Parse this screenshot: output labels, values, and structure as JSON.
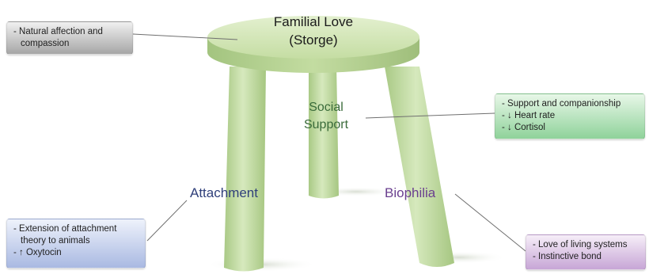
{
  "stool": {
    "seat_title": [
      "Familial Love",
      "(Storge)"
    ],
    "middle_leg_title": [
      "Social",
      "Support"
    ],
    "left_leg_title": "Attachment",
    "right_leg_title": "Biophilia"
  },
  "boxes": {
    "affection": {
      "items": [
        "- Natural affection and",
        "compassion"
      ],
      "color": "#a6a6a6"
    },
    "support": {
      "items": [
        "- Support and companionship",
        "- ↓ Heart rate",
        "- ↓ Cortisol"
      ],
      "color": "#8fd29a"
    },
    "attachment": {
      "items": [
        "- Extension of attachment",
        "theory to animals",
        "- ↑ Oxytocin"
      ],
      "color": "#a9b9e2"
    },
    "biophilia": {
      "items": [
        "- Love of living systems",
        "- Instinctive bond"
      ],
      "color": "#c7a6d6"
    }
  },
  "colors": {
    "stool": "#c9e0a8",
    "stool_shadow": "#a9c985"
  }
}
